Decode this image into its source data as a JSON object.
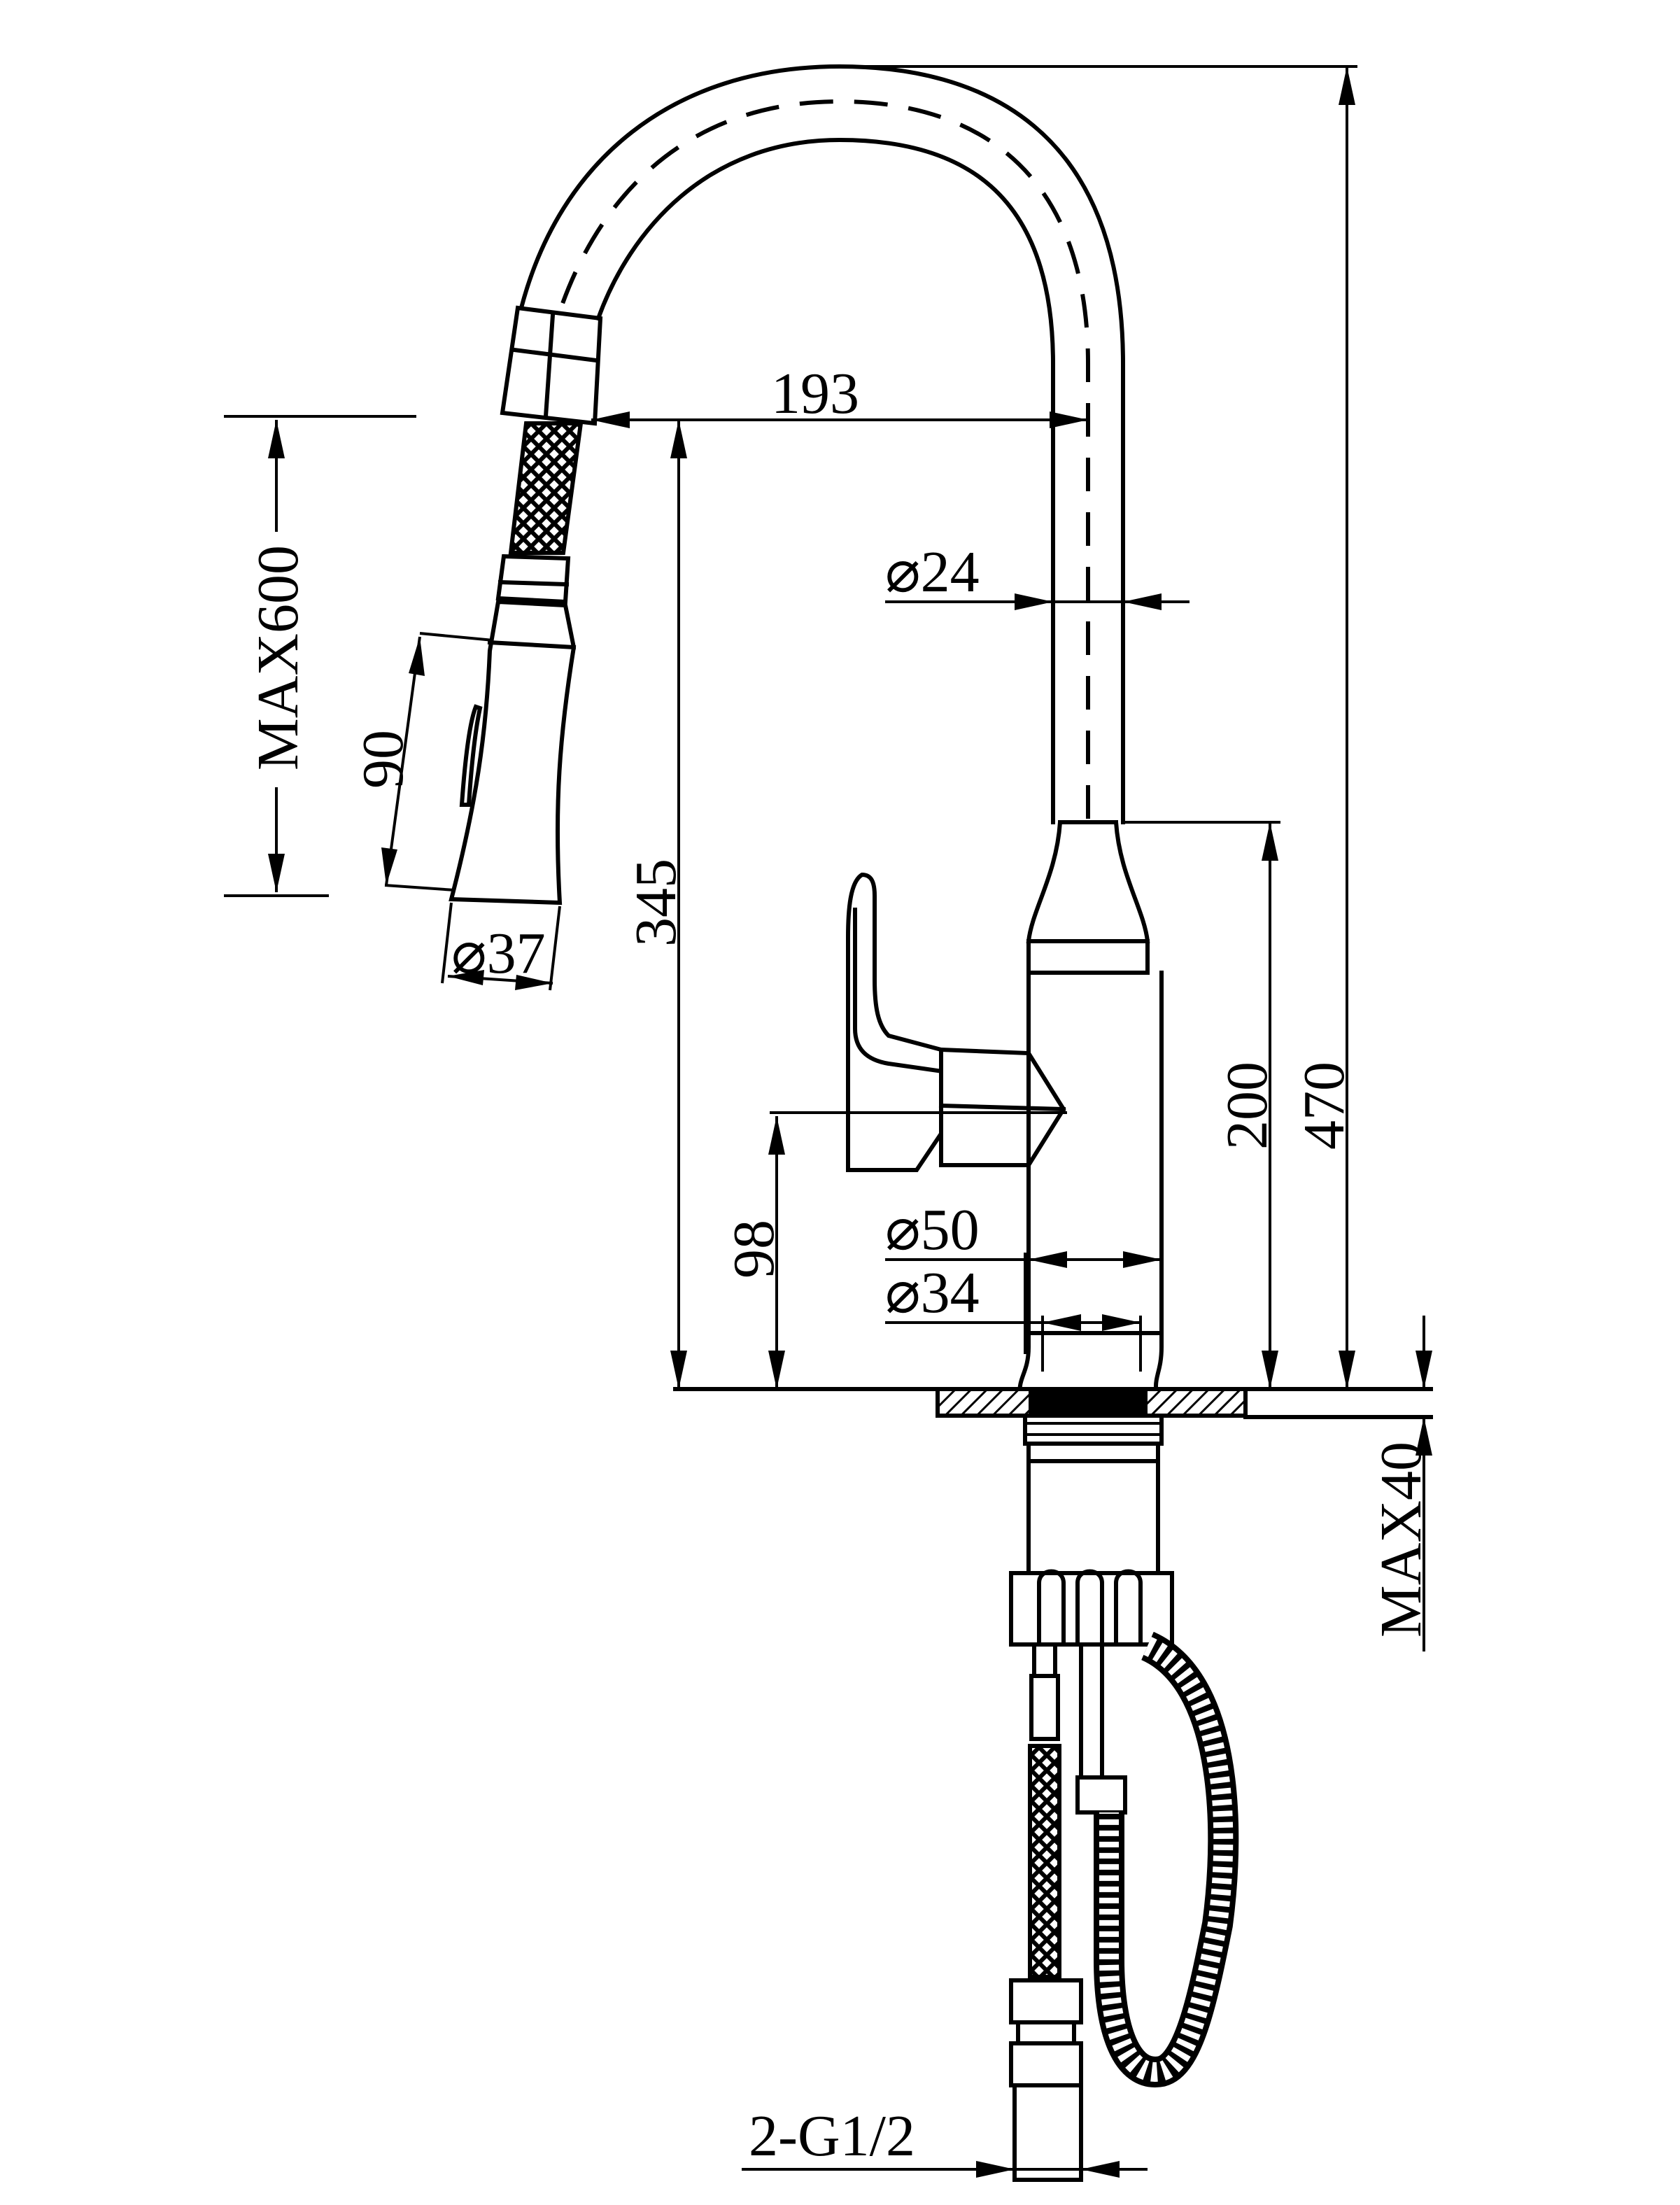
{
  "dimensions": {
    "reach": "193",
    "spout_diameter": "⌀24",
    "hose_length": "MAX600",
    "spray_head_length": "90",
    "spray_head_diameter": "⌀37",
    "spout_height": "345",
    "body_height": "200",
    "total_height": "470",
    "lever_height": "98",
    "base_diameter": "⌀50",
    "shank_diameter": "⌀34",
    "deck_thickness": "MAX40",
    "inlet_thread": "2-G1/2"
  }
}
